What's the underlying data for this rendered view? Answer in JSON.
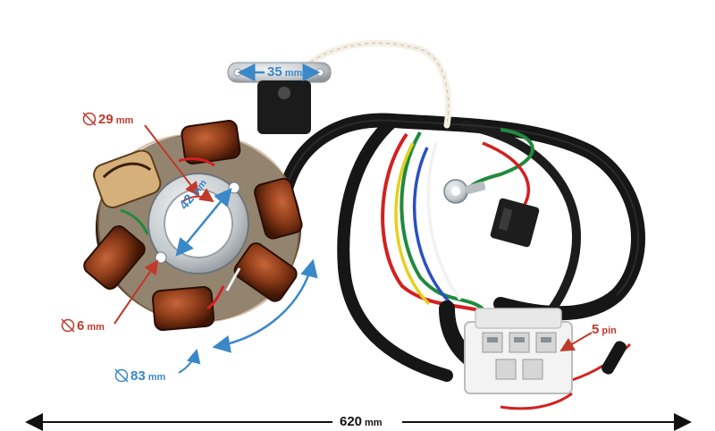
{
  "photo": {
    "subject": "motorcycle stator coil with pickup sensor and wiring harness",
    "colors": {
      "copper": "#8a3a17",
      "coil_dark": "#4a1a08",
      "metal": "#cfd3d6",
      "harness": "#161616",
      "wire_red": "#d32020",
      "wire_green": "#1f8a3c",
      "wire_yellow": "#e6cf1e",
      "wire_blue": "#2a4fc4",
      "wire_white": "#f1f1f1",
      "label_red": "#c0392b",
      "label_blue": "#3b88c8"
    }
  },
  "dimensions": {
    "pickup_mount": {
      "value": "35",
      "unit": "mm",
      "icon": "double-arrow-icon"
    },
    "coil_height": {
      "value": "29",
      "unit": "mm",
      "icon": "diameter-icon"
    },
    "center_bore": {
      "value": "42",
      "unit": "mm",
      "icon": "double-arrow-icon"
    },
    "mount_hole": {
      "value": "6",
      "unit": "mm",
      "icon": "diameter-icon"
    },
    "outer_diameter": {
      "value": "83",
      "unit": "mm",
      "icon": "diameter-icon"
    },
    "cable_length": {
      "value": "620",
      "unit": "mm",
      "icon": "double-arrow-icon"
    },
    "connector": {
      "value": "5",
      "unit": "pin",
      "icon": "arrow-icon"
    }
  }
}
